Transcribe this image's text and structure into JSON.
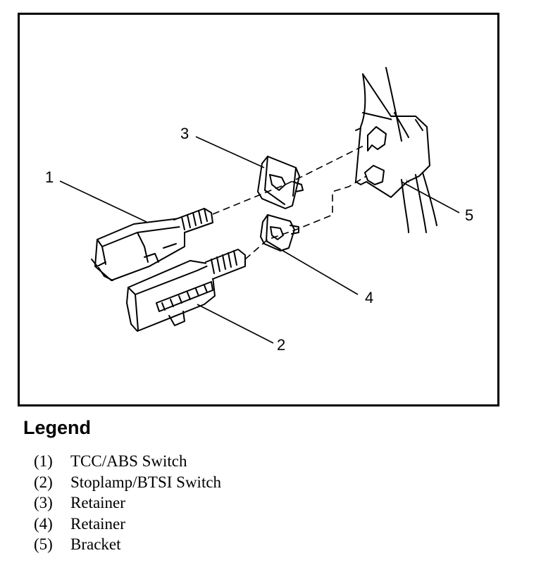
{
  "callouts": [
    {
      "id": "1",
      "text": "1"
    },
    {
      "id": "2",
      "text": "2"
    },
    {
      "id": "3",
      "text": "3"
    },
    {
      "id": "4",
      "text": "4"
    },
    {
      "id": "5",
      "text": "5"
    }
  ],
  "legend": {
    "title": "Legend",
    "items": [
      {
        "num": "(1)",
        "label": "TCC/ABS Switch"
      },
      {
        "num": "(2)",
        "label": "Stoplamp/BTSI Switch"
      },
      {
        "num": "(3)",
        "label": "Retainer"
      },
      {
        "num": "(4)",
        "label": "Retainer"
      },
      {
        "num": "(5)",
        "label": "Bracket"
      }
    ]
  }
}
